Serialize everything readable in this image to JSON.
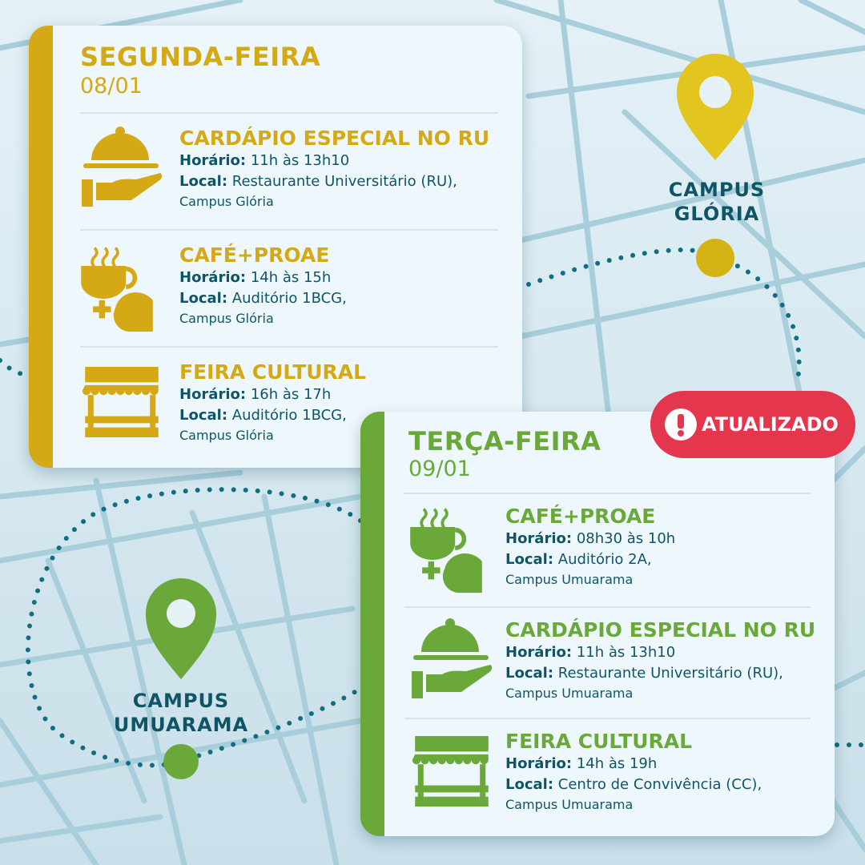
{
  "colors": {
    "gold": "#d4a915",
    "green": "#6aa83a",
    "teal": "#0f5566",
    "alert": "#e4364c"
  },
  "map": {
    "pins": [
      {
        "label_line1": "CAMPUS",
        "label_line2": "GLÓRIA",
        "icon": "map-pin-icon"
      },
      {
        "label_line1": "CAMPUS",
        "label_line2": "UMUARAMA",
        "icon": "map-pin-icon"
      }
    ]
  },
  "badge": {
    "label": "ATUALIZADO",
    "icon": "exclamation-icon"
  },
  "days": [
    {
      "title": "SEGUNDA-FEIRA",
      "date": "08/01",
      "events": [
        {
          "icon": "cloche-icon",
          "title": "CARDÁPIO ESPECIAL NO RU",
          "time_label": "Horário:",
          "time": "11h às 13h10",
          "place_label": "Local:",
          "place": "Restaurante Universitário (RU),",
          "campus": "Campus Glória"
        },
        {
          "icon": "coffee-hand-icon",
          "title": "CAFÉ+PROAE",
          "time_label": "Horário:",
          "time": "14h às 15h",
          "place_label": "Local:",
          "place": "Auditório 1BCG,",
          "campus": "Campus Glória"
        },
        {
          "icon": "market-stall-icon",
          "title": "FEIRA CULTURAL",
          "time_label": "Horário:",
          "time": "16h às 17h",
          "place_label": "Local:",
          "place": "Auditório 1BCG,",
          "campus": "Campus Glória"
        }
      ]
    },
    {
      "title": "TERÇA-FEIRA",
      "date": "09/01",
      "events": [
        {
          "icon": "coffee-hand-icon",
          "title": "CAFÉ+PROAE",
          "time_label": "Horário:",
          "time": "08h30 às 10h",
          "place_label": "Local:",
          "place": "Auditório 2A,",
          "campus": "Campus Umuarama"
        },
        {
          "icon": "cloche-icon",
          "title": "CARDÁPIO ESPECIAL NO RU",
          "time_label": "Horário:",
          "time": "11h às 13h10",
          "place_label": "Local:",
          "place": "Restaurante Universitário (RU),",
          "campus": "Campus Umuarama"
        },
        {
          "icon": "market-stall-icon",
          "title": "FEIRA CULTURAL",
          "time_label": "Horário:",
          "time": "14h às 19h",
          "place_label": "Local:",
          "place": "Centro de Convivência (CC),",
          "campus": "Campus Umuarama"
        }
      ]
    }
  ]
}
